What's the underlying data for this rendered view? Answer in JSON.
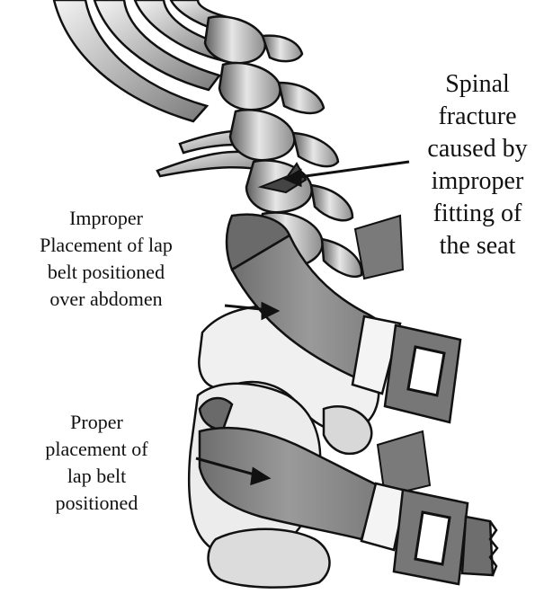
{
  "labels": {
    "spinal_fracture": [
      "Spinal",
      "fracture",
      "caused by",
      "improper",
      "fitting of",
      "the seat"
    ],
    "improper_placement": [
      "Improper",
      "Placement  of lap",
      "belt positioned",
      "over abdomen"
    ],
    "proper_placement": [
      "Proper",
      "placement  of",
      "lap belt",
      "positioned"
    ]
  },
  "colors": {
    "bone_light": "#f2f2f2",
    "bone_mid": "#b8b8b8",
    "bone_dark": "#6e6e6e",
    "belt": "#8a8a8a",
    "belt_dark": "#5a5a5a",
    "outline": "#111111"
  }
}
